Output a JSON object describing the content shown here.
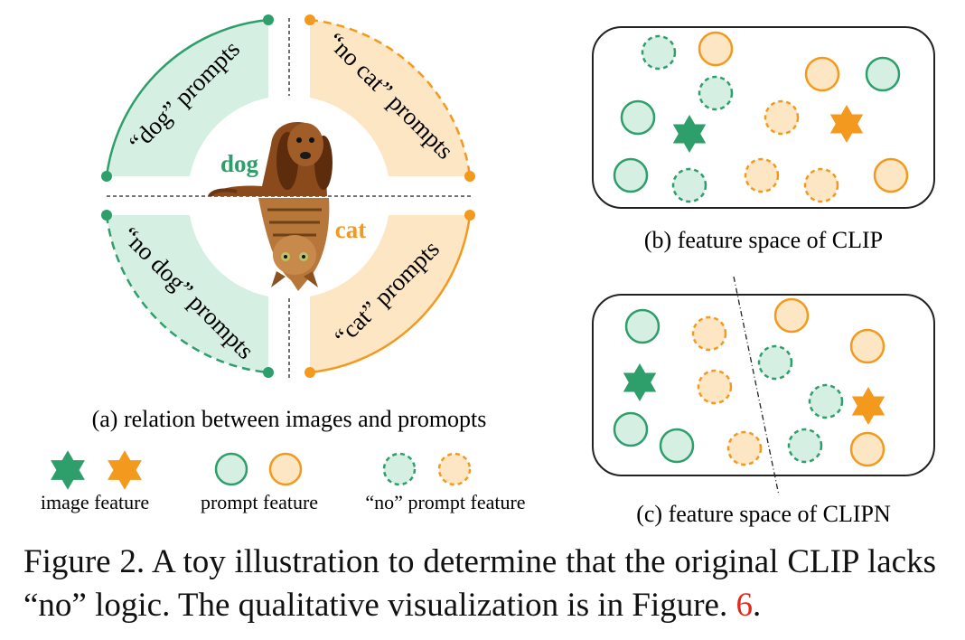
{
  "panel_a": {
    "caption": "(a) relation between images and promopts",
    "quadrants": {
      "dog": "“dog” prompts",
      "no_cat": "“no cat” prompts",
      "no_dog": "“no dog” prompts",
      "cat": "“cat” prompts"
    },
    "center_labels": {
      "dog": "dog",
      "cat": "cat"
    }
  },
  "panel_b": {
    "caption": "(b) feature space of CLIP"
  },
  "panel_c": {
    "caption": "(c) feature space of CLIPN"
  },
  "legend": {
    "image_feature": "image feature",
    "prompt_feature": "prompt feature",
    "no_prompt_feature": "“no” prompt feature"
  },
  "figure_caption": {
    "text": "Figure 2. A toy illustration to determine that the original CLIP lacks “no” logic. The qualitative visualization is in Figure.",
    "ref": "6",
    "end": "."
  },
  "colors": {
    "green": "#2e9e6b",
    "green_fill": "#d5efe2",
    "orange": "#f39a1e",
    "orange_fill": "#fde6c4"
  }
}
